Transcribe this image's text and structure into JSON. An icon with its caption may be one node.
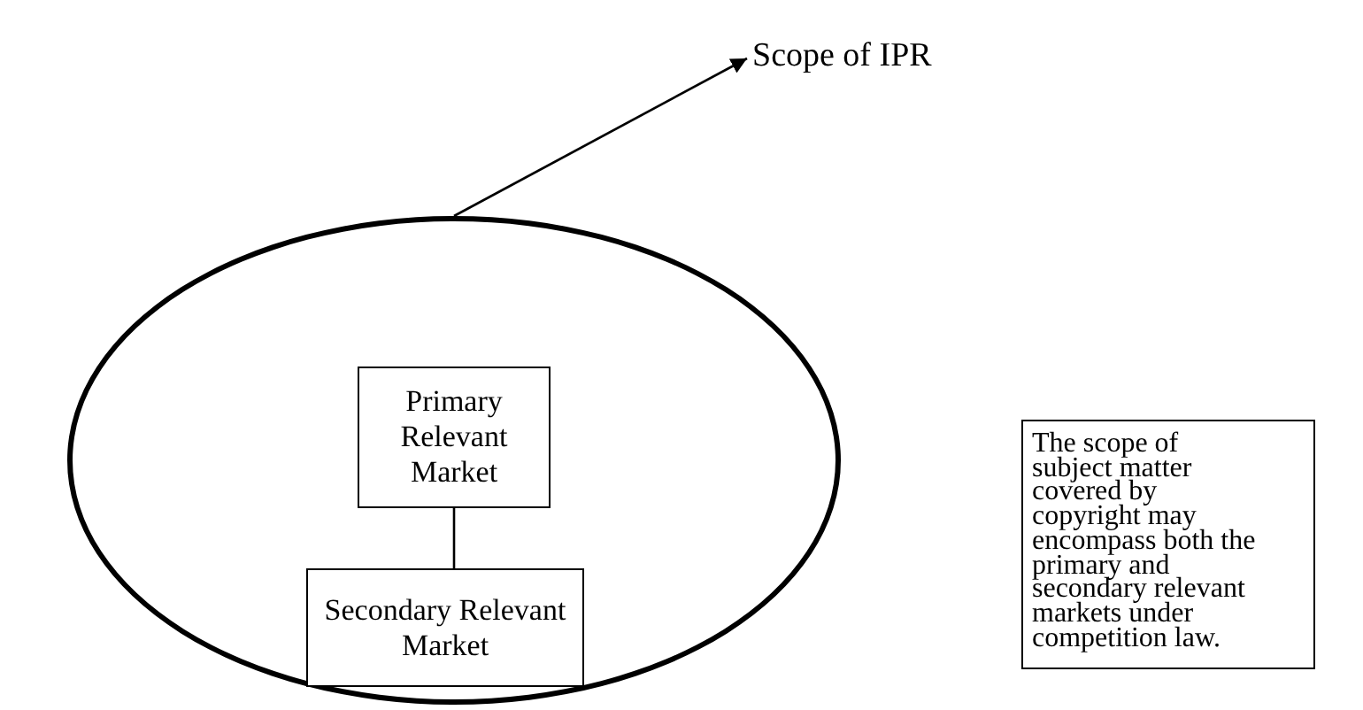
{
  "diagram": {
    "nodes": [
      {
        "text": [],
        "shape": "ellipse"
      },
      {
        "text": [
          "Primary Relevant Market"
        ],
        "in": 0
      },
      {
        "text": [
          "Secondary Relevant Market"
        ],
        "in": 0
      },
      {
        "text": [
          "Scope of IPR"
        ]
      },
      {
        "text": [
          "The scope of subject matter covered by copyright may encompass both the primary and secondary relevant markets under competition law."
        ]
      }
    ],
    "edges": [
      {
        "from": 0,
        "to": 3,
        "arrow": "to"
      },
      {
        "from": 1,
        "to": 2,
        "arrow": "none"
      }
    ]
  }
}
